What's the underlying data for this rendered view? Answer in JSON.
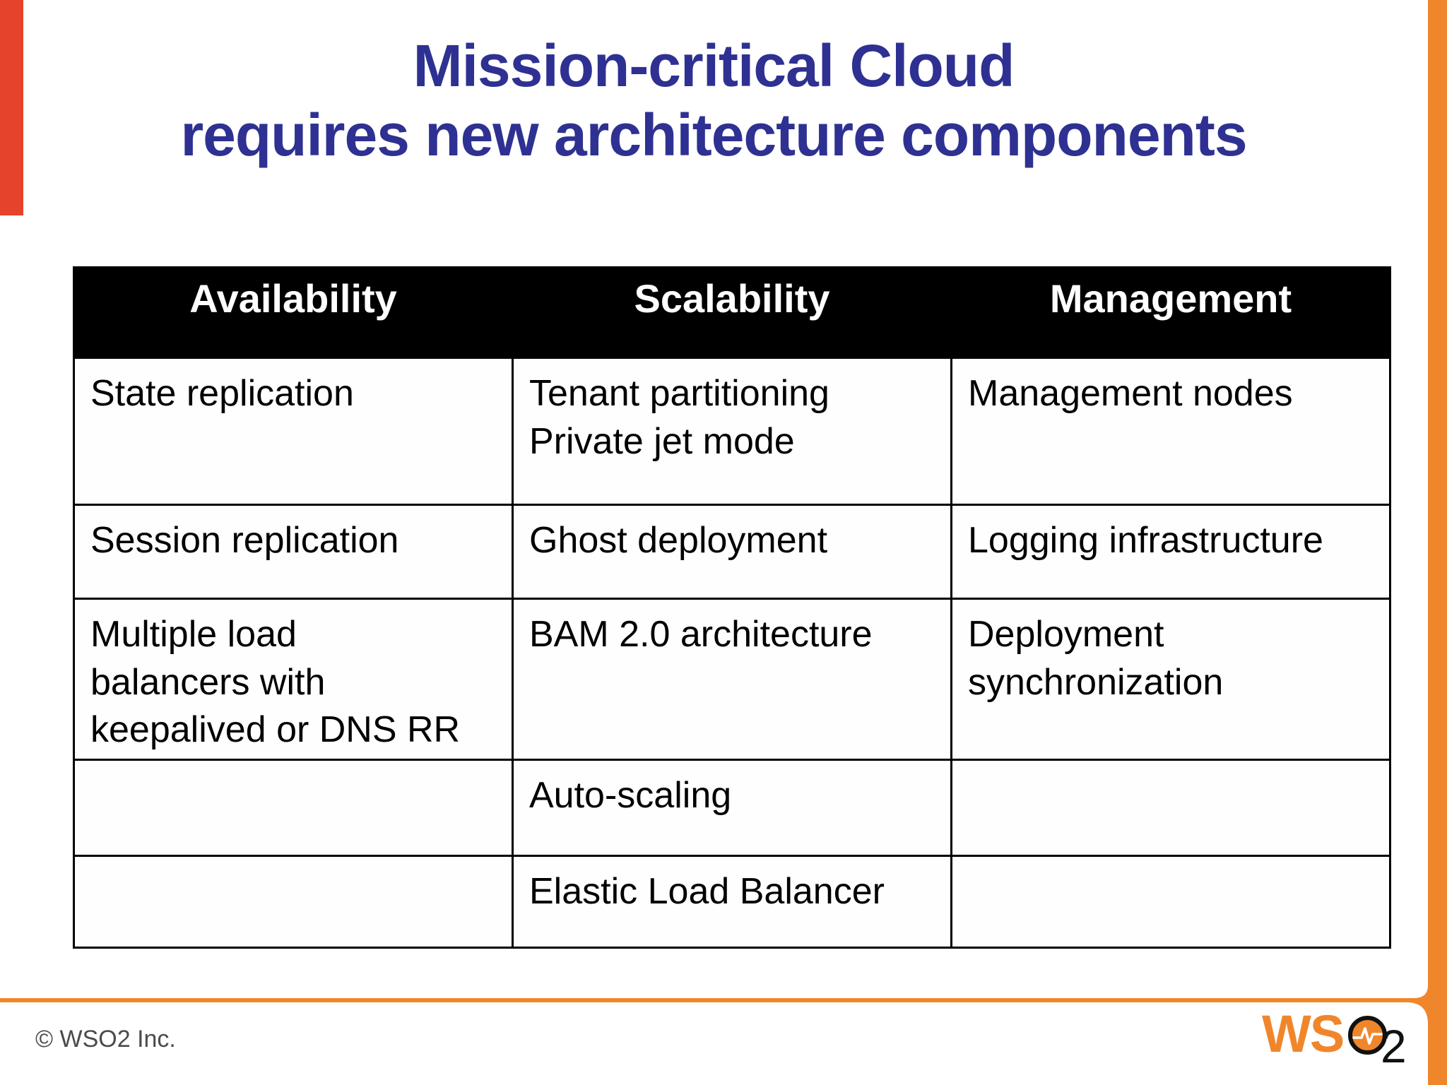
{
  "title": {
    "line1": "Mission-critical Cloud",
    "line2": "requires new architecture components"
  },
  "table": {
    "columns": [
      "Availability",
      "Scalability",
      "Management"
    ],
    "rows": [
      [
        "State replication",
        "Tenant partitioning\nPrivate jet mode",
        "Management nodes"
      ],
      [
        "Session replication",
        "Ghost deployment",
        "Logging infrastructure"
      ],
      [
        "Multiple load\nbalancers with\nkeepalived or DNS RR",
        "BAM 2.0 architecture",
        "Deployment\nsynchronization"
      ],
      [
        "",
        "Auto-scaling",
        ""
      ],
      [
        "",
        "Elastic Load Balancer",
        ""
      ]
    ]
  },
  "footer": {
    "copyright": "© WSO2 Inc.",
    "logo": {
      "ws": "WS",
      "subscript": "2",
      "pulse_icon": "heartbeat-pulse"
    }
  },
  "colors": {
    "title_navy": "#2e3192",
    "brand_orange": "#f0862b",
    "accent_red": "#e5432c",
    "header_bg": "#000000",
    "header_text": "#ffffff",
    "copyright_gray": "#4b4b4b"
  }
}
